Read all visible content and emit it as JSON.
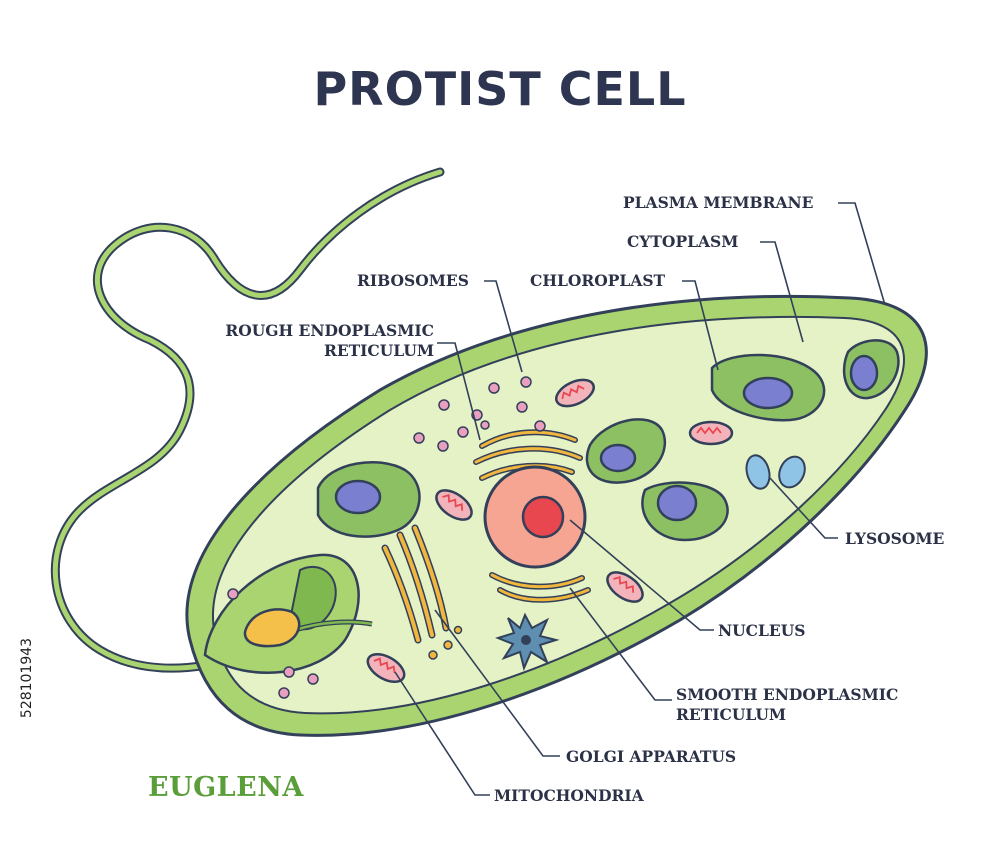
{
  "title": "PROTIST CELL",
  "organism_label": "EUGLENA",
  "stock_id": "528101943",
  "labels": {
    "plasma_membrane": "PLASMA MEMBRANE",
    "cytoplasm": "CYTOPLASM",
    "ribosomes": "RIBOSOMES",
    "chloroplast": "CHLOROPLAST",
    "rough_er_line1": "ROUGH ENDOPLASMIC",
    "rough_er_line2": "RETICULUM",
    "lysosome": "LYSOSOME",
    "nucleus": "NUCLEUS",
    "smooth_er_line1": "SMOOTH ENDOPLASMIC",
    "smooth_er_line2": "RETICULUM",
    "golgi": "GOLGI APPARATUS",
    "mitochondria": "MITOCHONDRIA"
  },
  "colors": {
    "title": "#2e3550",
    "outline": "#33405a",
    "cell_outer": "#a9d46f",
    "cell_inner": "#e4f2c6",
    "chloroplast": "#8cc063",
    "chloroplast_core": "#7b7fd0",
    "nucleus": "#f7a593",
    "nucleolus": "#e8474f",
    "er": "#f1b63e",
    "mitochondria": "#f3b3bb",
    "lysosome": "#8fc4e6",
    "ribosome": "#e9a0c0",
    "centrosome": "#5e8fb0",
    "eyespot": "#f5c04a",
    "organism_label": "#5a9e3a"
  }
}
